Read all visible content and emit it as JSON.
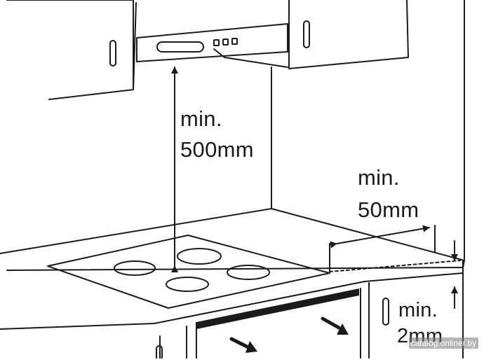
{
  "labels": {
    "hood_clearance_line1": "min.",
    "hood_clearance_line2": "500mm",
    "side_clearance_line1": "min.",
    "side_clearance_line2": "50mm",
    "bottom_clearance_line1": "min.",
    "bottom_clearance_line2": "2mm"
  },
  "watermark": "catalog.onliner.by",
  "colors": {
    "line": "#1a1a1a",
    "background": "#ffffff",
    "oven_band": "#1a1a1a"
  }
}
